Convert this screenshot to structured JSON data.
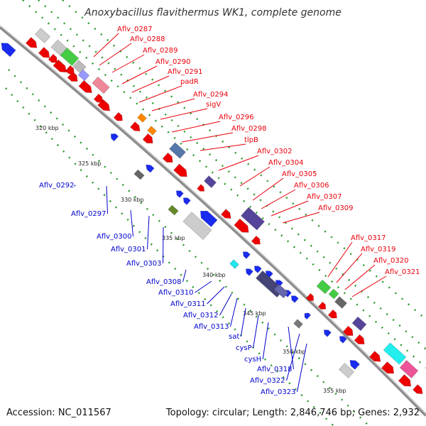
{
  "title": "Anoxybacillus flavithermus WK1, complete genome",
  "footer": {
    "accession": "Accession: NC_011567",
    "topology": "Topology: circular; Length: 2,846,746 bp; Genes: 2,932"
  },
  "ticks": [
    "320 kbp",
    "325 kbp",
    "330 kbp",
    "335 kbp",
    "340 kbp",
    "345 kbp",
    "350 kbp",
    "355 kbp"
  ],
  "labels_forward": [
    "Aflv_0287",
    "Aflv_0288",
    "Aflv_0289",
    "Aflv_0290",
    "Aflv_0291",
    "padR",
    "Aflv_0294",
    "sigV",
    "Aflv_0296",
    "Aflv_0298",
    "tlpB",
    "Aflv_0302",
    "Aflv_0304",
    "Aflv_0305",
    "Aflv_0306",
    "Aflv_0307",
    "Aflv_0309",
    "Aflv_0317",
    "Aflv_0319",
    "Aflv_0320",
    "Aflv_0321"
  ],
  "labels_reverse": [
    "Aflv_0292",
    "Aflv_0297",
    "Aflv_0300",
    "Aflv_0301",
    "Aflv_0303",
    "Aflv_0308",
    "Aflv_0310",
    "Aflv_0311",
    "Aflv_0312",
    "Aflv_0313",
    "sat",
    "cysP",
    "cysH",
    "Aflv_0318",
    "Aflv_0322",
    "Aflv_0323"
  ],
  "colors": {
    "forward_label": "#e8000b",
    "reverse_label": "#0000cc",
    "forward_gene": "#ff0000",
    "reverse_gene": "#0022ee",
    "backbone": "#999999",
    "dots": "#2a9a2a"
  }
}
